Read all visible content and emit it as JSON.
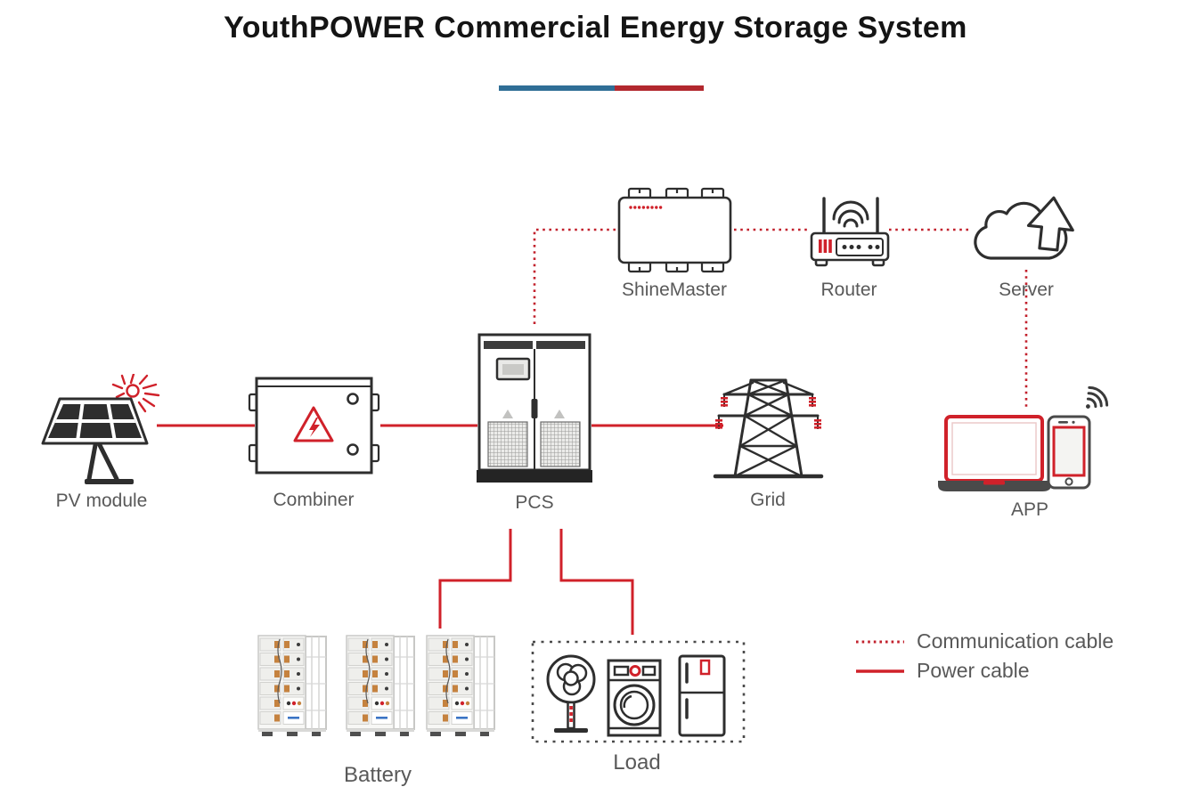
{
  "title": "YouthPOWER Commercial Energy Storage System",
  "divider_colors": {
    "blue": "#2f6e96",
    "red": "#b2282e"
  },
  "colors": {
    "power_cable": "#d0212a",
    "communication_cable": "#c2202c",
    "icon_outline": "#2e2e2e",
    "label_text": "#595959",
    "title_text": "#141414",
    "accent_red": "#d0212a"
  },
  "nodes": {
    "shinemaster": {
      "label": "ShineMaster",
      "icon": "datalogger-box-icon"
    },
    "router": {
      "label": "Router",
      "icon": "wifi-router-icon"
    },
    "server": {
      "label": "Server",
      "icon": "cloud-upload-icon"
    },
    "pv_module": {
      "label": "PV module",
      "icon": "solar-panel-sun-icon"
    },
    "combiner": {
      "label": "Combiner",
      "icon": "combiner-box-icon"
    },
    "pcs": {
      "label": "PCS",
      "icon": "inverter-cabinet-icon"
    },
    "grid": {
      "label": "Grid",
      "icon": "transmission-tower-icon"
    },
    "app": {
      "label": "APP",
      "icon": "laptop-phone-wifi-icon"
    },
    "battery": {
      "label": "Battery",
      "icon": "battery-rack-icon",
      "rack_count": 3
    },
    "load": {
      "label": "Load",
      "icon": "fan-washer-fridge-icon"
    }
  },
  "legend": {
    "items": [
      {
        "label": "Communication cable",
        "style": "dotted"
      },
      {
        "label": "Power cable",
        "style": "solid"
      }
    ]
  }
}
